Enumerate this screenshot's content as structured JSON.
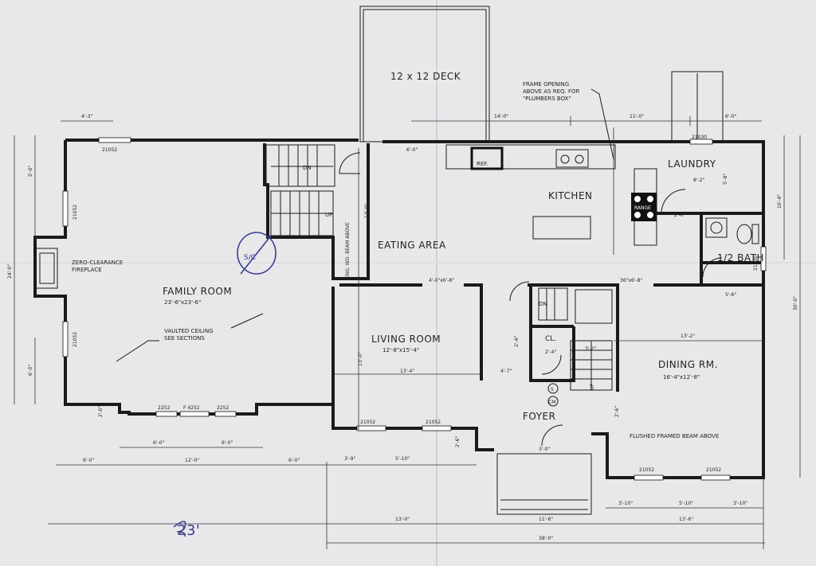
{
  "rooms": {
    "deck": "12 x 12 DECK",
    "family_room": "FAMILY ROOM",
    "family_room_size": "23'-6\"x23'-6\"",
    "eating_area": "EATING AREA",
    "kitchen": "KITCHEN",
    "laundry": "LAUNDRY",
    "half_bath": "1/2 BATH",
    "living_room": "LIVING ROOM",
    "living_room_size": "12'-8\"x15'-4\"",
    "dining_room": "DINING RM.",
    "dining_room_size": "16'-4\"x12'-8\"",
    "foyer": "FOYER",
    "closet": "CL."
  },
  "notes": {
    "frame_opening": [
      "FRAME OPENING",
      "ABOVE AS REQ. FOR",
      "\"PLUMBERS BOX\""
    ],
    "fireplace": [
      "ZERO-CLEARANCE",
      "FIREPLACE"
    ],
    "vaulted": [
      "VAULTED CEILING",
      "SEE SECTIONS"
    ],
    "beam_vertical": "ENG. WD. BEAM ABOVE",
    "flushed_beam": "FLUSHED FRAMED BEAM ABOVE",
    "ref": "REF.",
    "range": "RANGE",
    "dn": "DN",
    "up": "UP",
    "s": "S",
    "cm": "CM",
    "handwritten_sc": "S/C",
    "handwritten_total": "23'"
  },
  "windows": {
    "w_top_family": "21052",
    "w_left_upper": "21052",
    "w_left_lower": "21052",
    "w_bottom_1": "2252",
    "w_bottom_f": "F 4252",
    "w_bottom_2": "2252",
    "w_laundry": "21030",
    "w_bath": "21030",
    "w_living_1": "21052",
    "w_living_2": "21052",
    "w_dining_1": "21052",
    "w_dining_2": "21052"
  },
  "dimensions": {
    "top_4_3": "4'-3\"",
    "top_14_0": "14'-0\"",
    "top_11_0": "11'-0\"",
    "top_6_0": "6'-0\"",
    "top_6_0b": "6'-0\"",
    "kitchen_8_2": "8'-2\"",
    "kitchen_5_8": "5'-8\"",
    "kitchen_2_6": "2'-6\"",
    "left_5_0": "5'-0\"",
    "left_24_0": "24'-0\"",
    "left_6_0": "6'-0\"",
    "right_10_4": "10'-4\"",
    "right_30_0": "30'-0\"",
    "opening_living": "4'-0\"x6'-8\"",
    "opening_dining": "36\"x6'-8\"",
    "dim_13_0_vert": "13'-0\"",
    "dim_13_4": "13'-4\"",
    "dim_4_7": "4'-7\"",
    "dim_13_2": "13'-2\"",
    "dim_5_6": "5'-6\"",
    "dim_2_4": "2'-4\"",
    "dim_2_4b": "2'-4\"",
    "dim_3_2": "3'-2\"",
    "dim_2_6": "2'-6\"",
    "dim_3_0": "3'-0\"",
    "bottom_6_0a": "6'-0\"",
    "bottom_6_0b": "6'-0\"",
    "bottom_12_0": "12'-0\"",
    "bottom_6_0c": "6'-0\"",
    "bottom_6_0d": "6'-0\"",
    "bottom_3_9": "3'-9\"",
    "bottom_5_10": "5'-10\"",
    "bottom_2_6": "2'-6\"",
    "bottom_2_0": "2'-0\"",
    "bottom_3_10a": "3'-10\"",
    "bottom_5_10b": "5'-10\"",
    "bottom_3_10b": "3'-10\"",
    "bottom_13_0": "13'-0\"",
    "bottom_11_6": "11'-6\"",
    "bottom_13_6": "13'-6\"",
    "bottom_38_0": "38'-0\""
  }
}
